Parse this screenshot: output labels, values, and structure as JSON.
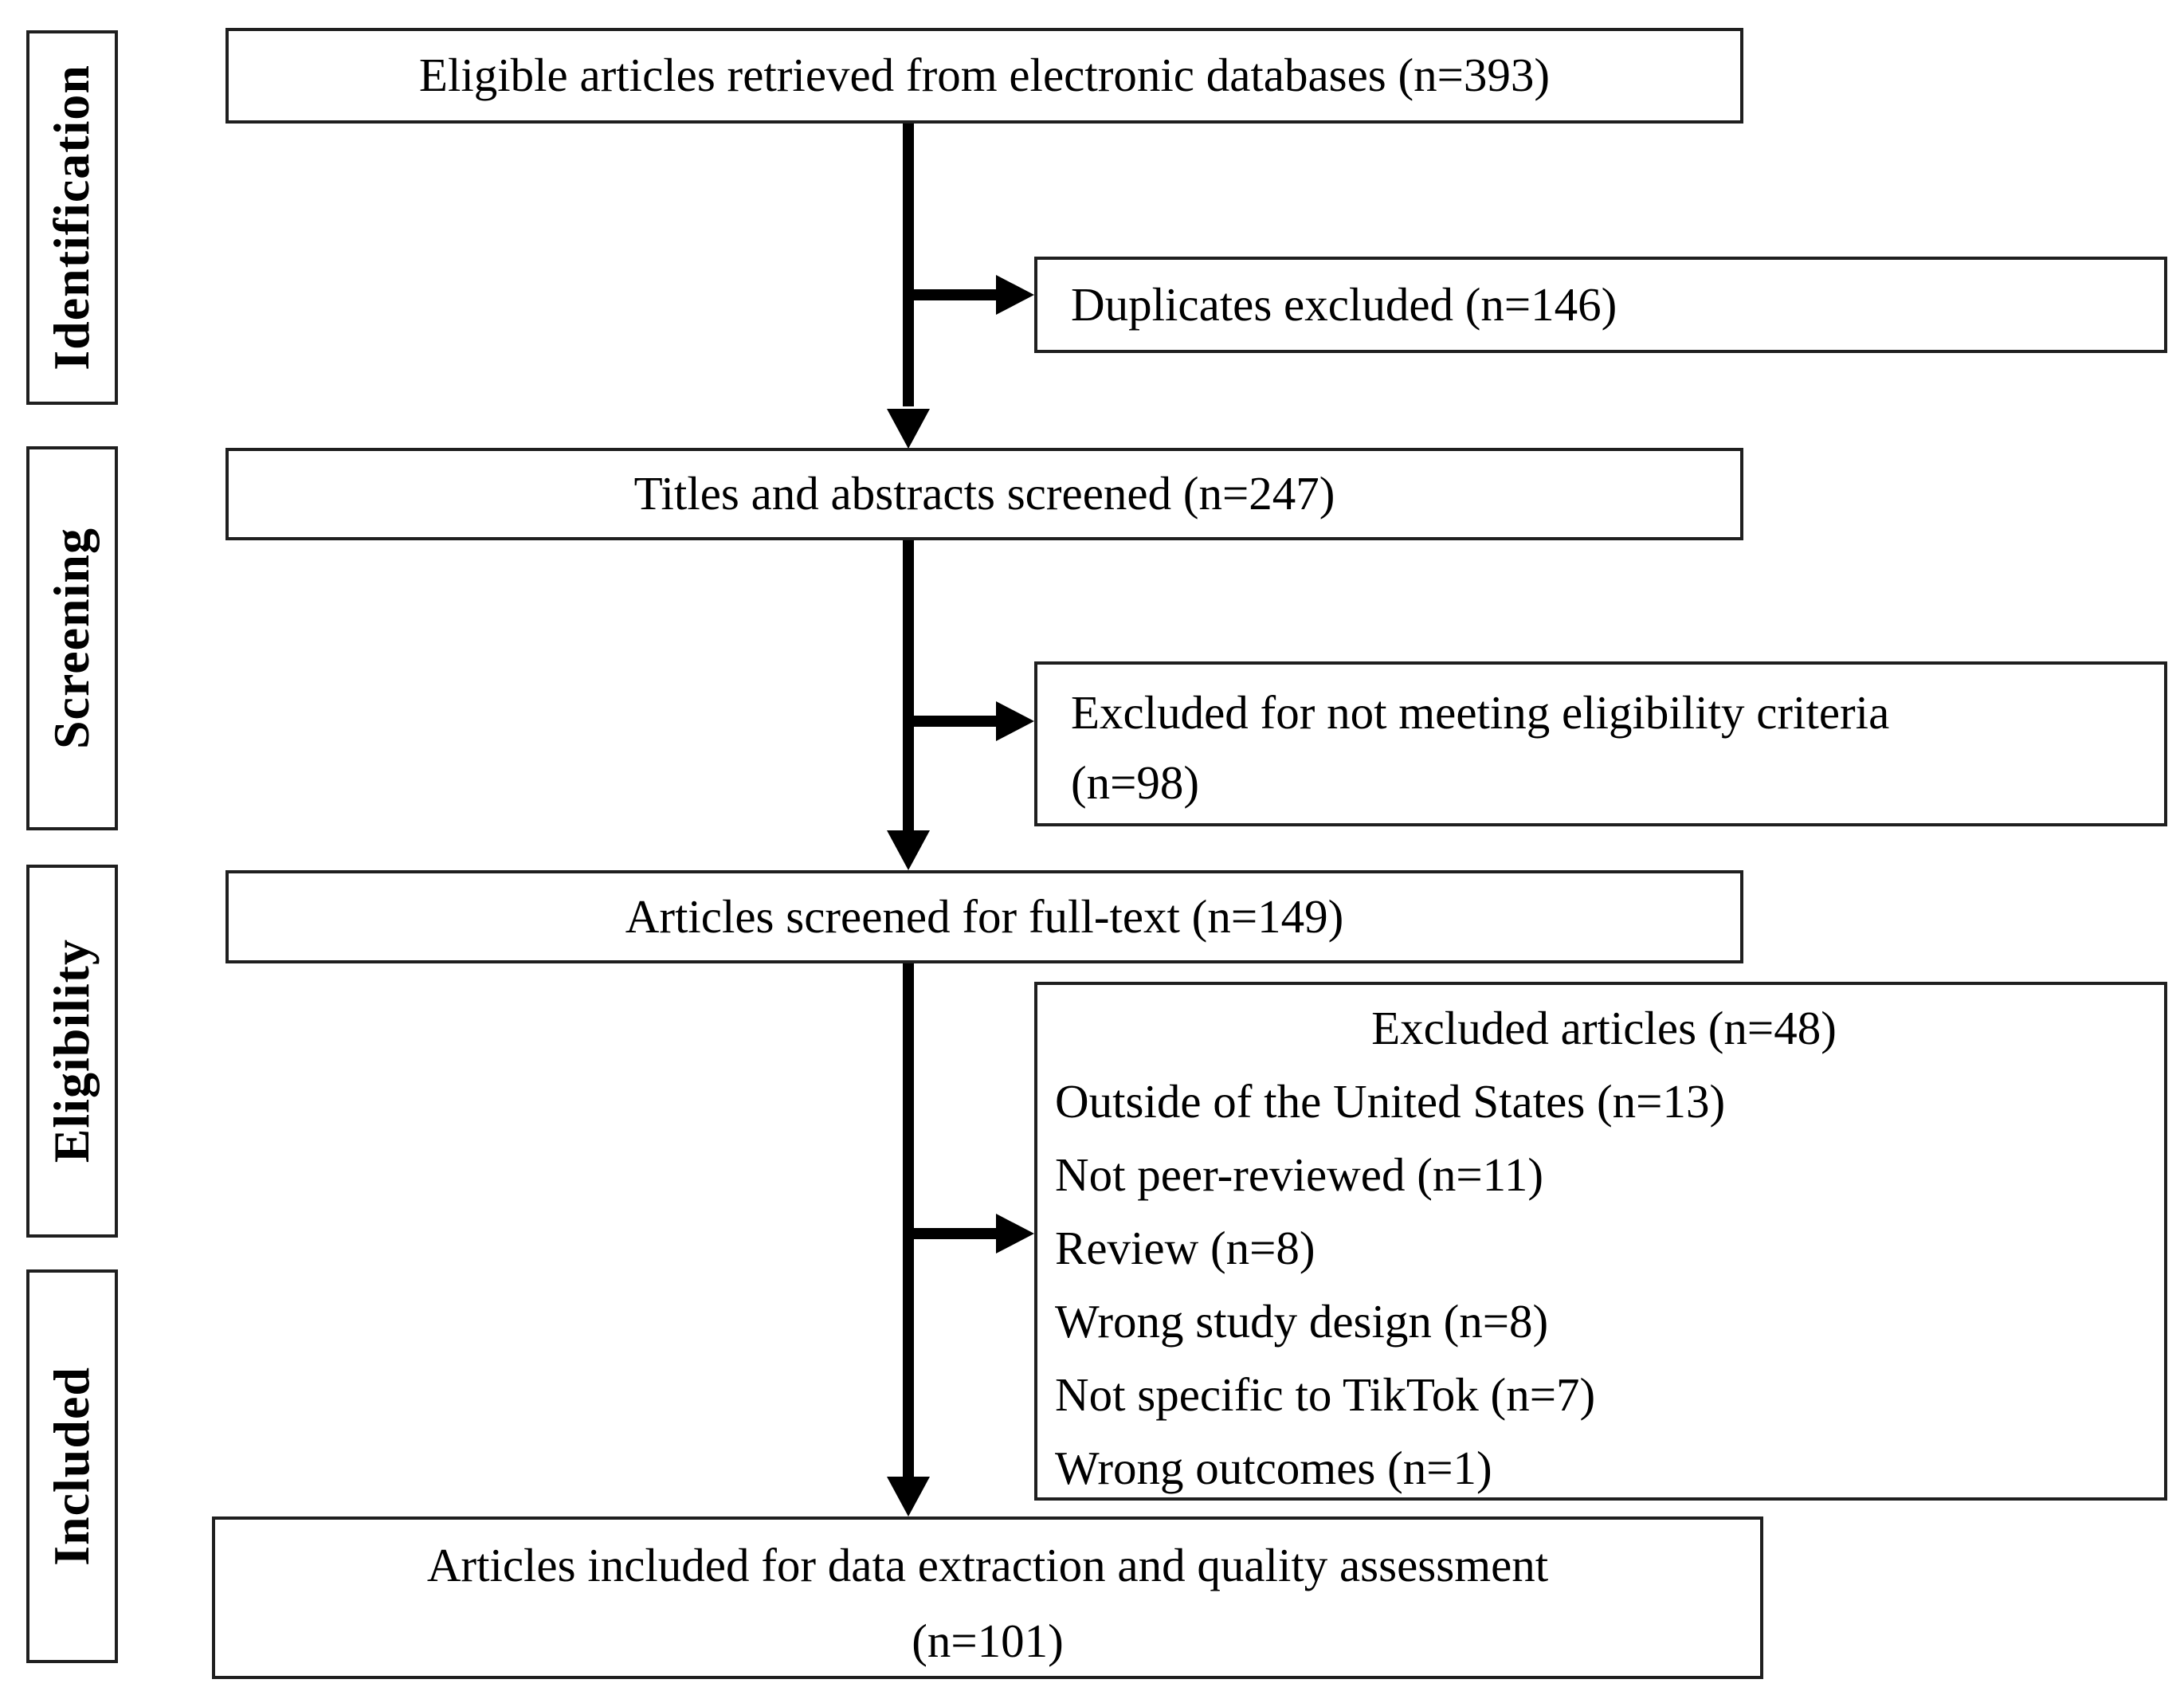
{
  "stages": [
    {
      "label": "Identification"
    },
    {
      "label": "Screening"
    },
    {
      "label": "Eligibility"
    },
    {
      "label": "Included"
    }
  ],
  "flow": {
    "retrieved": "Eligible articles retrieved from electronic databases (n=393)",
    "titles_screened": "Titles and abstracts screened (n=247)",
    "fulltext_screened": "Articles screened for full-text (n=149)",
    "included_line1": "Articles included for data extraction and quality assessment",
    "included_line2": "(n=101)"
  },
  "exclusions": {
    "duplicates": "Duplicates excluded (n=146)",
    "criteria_line1": "Excluded for not meeting eligibility criteria",
    "criteria_line2": "(n=98)",
    "fulltext": {
      "heading": "Excluded articles (n=48)",
      "items": [
        "Outside of the United States (n=13)",
        "Not peer-reviewed (n=11)",
        "Review (n=8)",
        "Wrong study design (n=8)",
        "Not specific to TikTok (n=7)",
        "Wrong outcomes (n=1)"
      ]
    }
  },
  "colors": {
    "background": "#ffffff",
    "box_border": "#1f1f1f",
    "arrow": "#000000",
    "text": "#000000"
  }
}
